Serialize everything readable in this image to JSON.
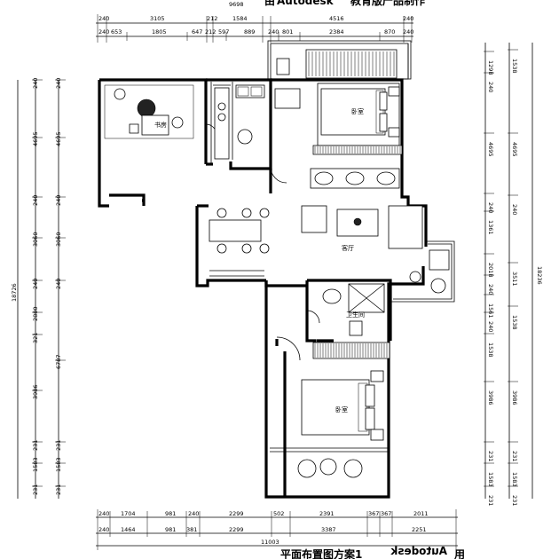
{
  "top_banner": {
    "prefix": "由",
    "brand": "Autodesk",
    "suffix": "教育版产品制作",
    "overall": "9698"
  },
  "bottom_banner": {
    "title": "平面布置图方案1",
    "brand_mirrored": "Autodesk",
    "suffix": "用"
  },
  "dims": {
    "top_row1": [
      {
        "id": "t1a",
        "v": "240"
      },
      {
        "id": "t1b",
        "v": "3105"
      },
      {
        "id": "t1c",
        "v": "212"
      },
      {
        "id": "t1d",
        "v": "1584"
      },
      {
        "id": "t1e",
        "v": "4516"
      },
      {
        "id": "t1f",
        "v": "240"
      }
    ],
    "top_row2": [
      {
        "id": "t2a",
        "v": "240"
      },
      {
        "id": "t2b",
        "v": "653"
      },
      {
        "id": "t2c",
        "v": "1805"
      },
      {
        "id": "t2d",
        "v": "647"
      },
      {
        "id": "t2e",
        "v": "212"
      },
      {
        "id": "t2f",
        "v": "597"
      },
      {
        "id": "t2g",
        "v": "889"
      },
      {
        "id": "t2h",
        "v": "240"
      },
      {
        "id": "t2i",
        "v": "801"
      },
      {
        "id": "t2j",
        "v": "2384"
      },
      {
        "id": "t2k",
        "v": "870"
      },
      {
        "id": "t2l",
        "v": "240"
      }
    ],
    "bottom_row1": [
      {
        "id": "b1a",
        "v": "240"
      },
      {
        "id": "b1b",
        "v": "1704"
      },
      {
        "id": "b1c",
        "v": "981"
      },
      {
        "id": "b1d",
        "v": "240"
      },
      {
        "id": "b1e",
        "v": "2299"
      },
      {
        "id": "b1f",
        "v": "502"
      },
      {
        "id": "b1g",
        "v": "2391"
      },
      {
        "id": "b1h",
        "v": "367"
      },
      {
        "id": "b1i",
        "v": "367"
      },
      {
        "id": "b1j",
        "v": "2011"
      }
    ],
    "bottom_row2": [
      {
        "id": "b2a",
        "v": "240"
      },
      {
        "id": "b2b",
        "v": "1464"
      },
      {
        "id": "b2c",
        "v": "981"
      },
      {
        "id": "b2d",
        "v": "381"
      },
      {
        "id": "b2e",
        "v": "2299"
      },
      {
        "id": "b2f",
        "v": "3387"
      },
      {
        "id": "b2g",
        "v": "2251"
      }
    ],
    "bottom_total": "11003",
    "left_outer": "18726",
    "left_inner": [
      {
        "id": "l1",
        "v": "240"
      },
      {
        "id": "l2",
        "v": "4695"
      },
      {
        "id": "l3",
        "v": "240"
      },
      {
        "id": "l4",
        "v": "3060"
      },
      {
        "id": "l5",
        "v": "240"
      },
      {
        "id": "l6",
        "v": "2880"
      },
      {
        "id": "l7",
        "v": "321"
      },
      {
        "id": "l8",
        "v": "3986"
      },
      {
        "id": "l9",
        "v": "231"
      },
      {
        "id": "l10",
        "v": "1583"
      },
      {
        "id": "l11",
        "v": "231"
      }
    ],
    "left_mid": [
      {
        "id": "m1",
        "v": "240"
      },
      {
        "id": "m2",
        "v": "4695"
      },
      {
        "id": "m3",
        "v": "240"
      },
      {
        "id": "m4",
        "v": "3060"
      },
      {
        "id": "m5",
        "v": "240"
      },
      {
        "id": "m6",
        "v": "6787"
      },
      {
        "id": "m7",
        "v": "231"
      },
      {
        "id": "m8",
        "v": "1583"
      },
      {
        "id": "m9",
        "v": "231"
      }
    ],
    "right_outer": "18236",
    "right_inner": [
      {
        "id": "r1",
        "v": "1538"
      },
      {
        "id": "r2",
        "v": "4695"
      },
      {
        "id": "r3",
        "v": "240"
      },
      {
        "id": "r4",
        "v": "3511"
      },
      {
        "id": "r5",
        "v": "1538"
      },
      {
        "id": "r6",
        "v": "3986"
      },
      {
        "id": "r7",
        "v": "231"
      },
      {
        "id": "r8",
        "v": "1583"
      },
      {
        "id": "r9",
        "v": "231"
      }
    ],
    "right_mid": [
      {
        "id": "q1",
        "v": "1298"
      },
      {
        "id": "q2",
        "v": "240"
      },
      {
        "id": "q3",
        "v": "4695"
      },
      {
        "id": "q4",
        "v": "240"
      },
      {
        "id": "q5",
        "v": "1361"
      },
      {
        "id": "q6",
        "v": "2018"
      },
      {
        "id": "q7",
        "v": "240"
      },
      {
        "id": "q8",
        "v": "1561"
      },
      {
        "id": "q9",
        "v": "240"
      },
      {
        "id": "q10",
        "v": "1538"
      },
      {
        "id": "q11",
        "v": "3986"
      },
      {
        "id": "q12",
        "v": "231"
      },
      {
        "id": "q13",
        "v": "1583"
      },
      {
        "id": "q14",
        "v": "231"
      }
    ]
  },
  "rooms": {
    "study": "书房",
    "bedroom_top": "卧室",
    "living": "客厅",
    "bath": "卫生间",
    "bedroom_bottom": "卧室"
  }
}
